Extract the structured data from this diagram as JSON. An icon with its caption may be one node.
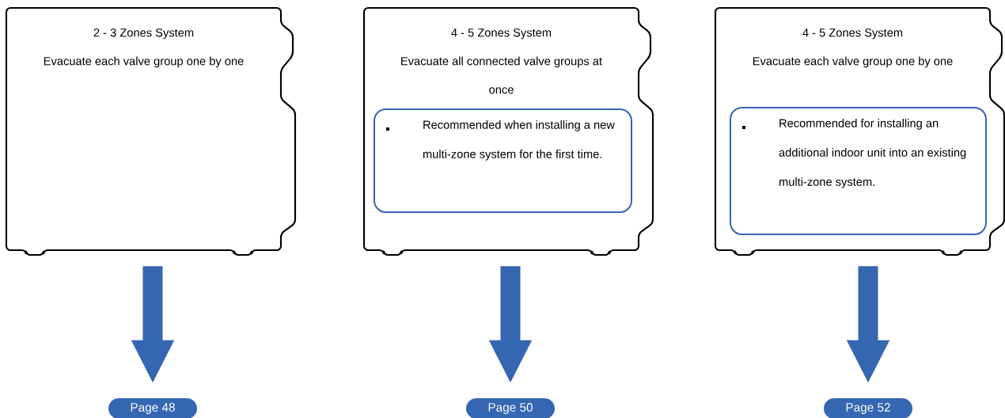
{
  "diagram": {
    "nodes": [
      {
        "text": [
          "2 - 3 Zones System",
          "Evacuate each valve group one by one"
        ]
      },
      {
        "text": [
          "4 - 5 Zones System",
          "Evacuate all connected valve groups at once"
        ]
      },
      {
        "text": [
          "Recommended when installing a new multi-zone system for the first time."
        ],
        "in": 1
      },
      {
        "text": [
          "4 - 5 Zones System",
          "Evacuate each valve group one by one"
        ]
      },
      {
        "text": [
          "Recommended for installing an additional indoor unit into an existing multi-zone system."
        ],
        "in": 3
      },
      {
        "text": [
          "Page 48"
        ]
      },
      {
        "text": [
          "Page 50"
        ]
      },
      {
        "text": [
          "Page 52"
        ]
      }
    ],
    "edges": [
      {
        "from": 0,
        "to": 5,
        "arrow": "to"
      },
      {
        "from": 1,
        "to": 6,
        "arrow": "to"
      },
      {
        "from": 3,
        "to": 7,
        "arrow": "to"
      }
    ]
  }
}
